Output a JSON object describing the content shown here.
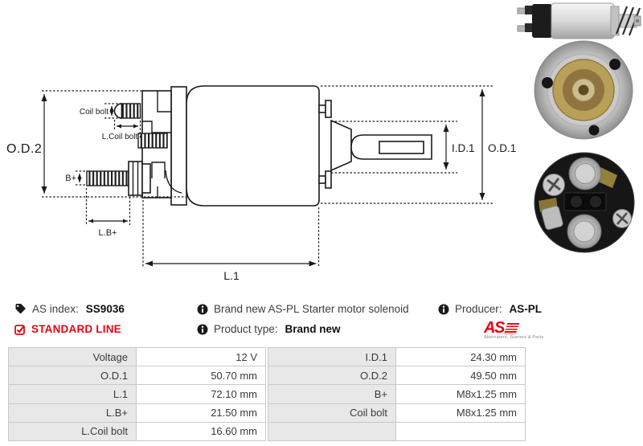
{
  "diagram": {
    "labels": {
      "od2": "O.D.2",
      "coil_bolt": "Coil bolt",
      "l_coil_bolt": "L.Coil bolt",
      "b_plus": "B+",
      "l_b_plus": "L.B+",
      "l1": "L.1",
      "id1": "I.D.1",
      "od1": "O.D.1"
    }
  },
  "info": {
    "as_index_label": "AS index:",
    "as_index_value": "SS9036",
    "standard_line": "STANDARD LINE",
    "description": "Brand new AS-PL Starter motor solenoid",
    "product_type_label": "Product type:",
    "product_type_value": "Brand new",
    "producer_label": "Producer:",
    "producer_value": "AS-PL",
    "logo_text": "AS",
    "logo_subtext": "Alternators, Starters & Parts"
  },
  "icons": {
    "tag": "tag-icon",
    "standard_line_check": "checkbox-checked-icon",
    "info": "info-icon"
  },
  "spec_table": {
    "left_rows": [
      {
        "label": "Voltage",
        "value": "12 V"
      },
      {
        "label": "O.D.1",
        "value": "50.70 mm"
      },
      {
        "label": "L.1",
        "value": "72.10 mm"
      },
      {
        "label": "L.B+",
        "value": "21.50 mm"
      },
      {
        "label": "L.Coil bolt",
        "value": "16.60 mm"
      }
    ],
    "right_rows": [
      {
        "label": "I.D.1",
        "value": "24.30 mm"
      },
      {
        "label": "O.D.2",
        "value": "49.50 mm"
      },
      {
        "label": "B+",
        "value": "M8x1.25 mm"
      },
      {
        "label": "Coil bolt",
        "value": "M8x1.25 mm"
      },
      {
        "label": "",
        "value": ""
      }
    ]
  },
  "colors": {
    "accent_red": "#e30613",
    "drawing_line": "#1a1a1a",
    "table_label_bg": "#e8e8e8",
    "table_border": "#c9c9c9",
    "brass": "#b9a058"
  }
}
